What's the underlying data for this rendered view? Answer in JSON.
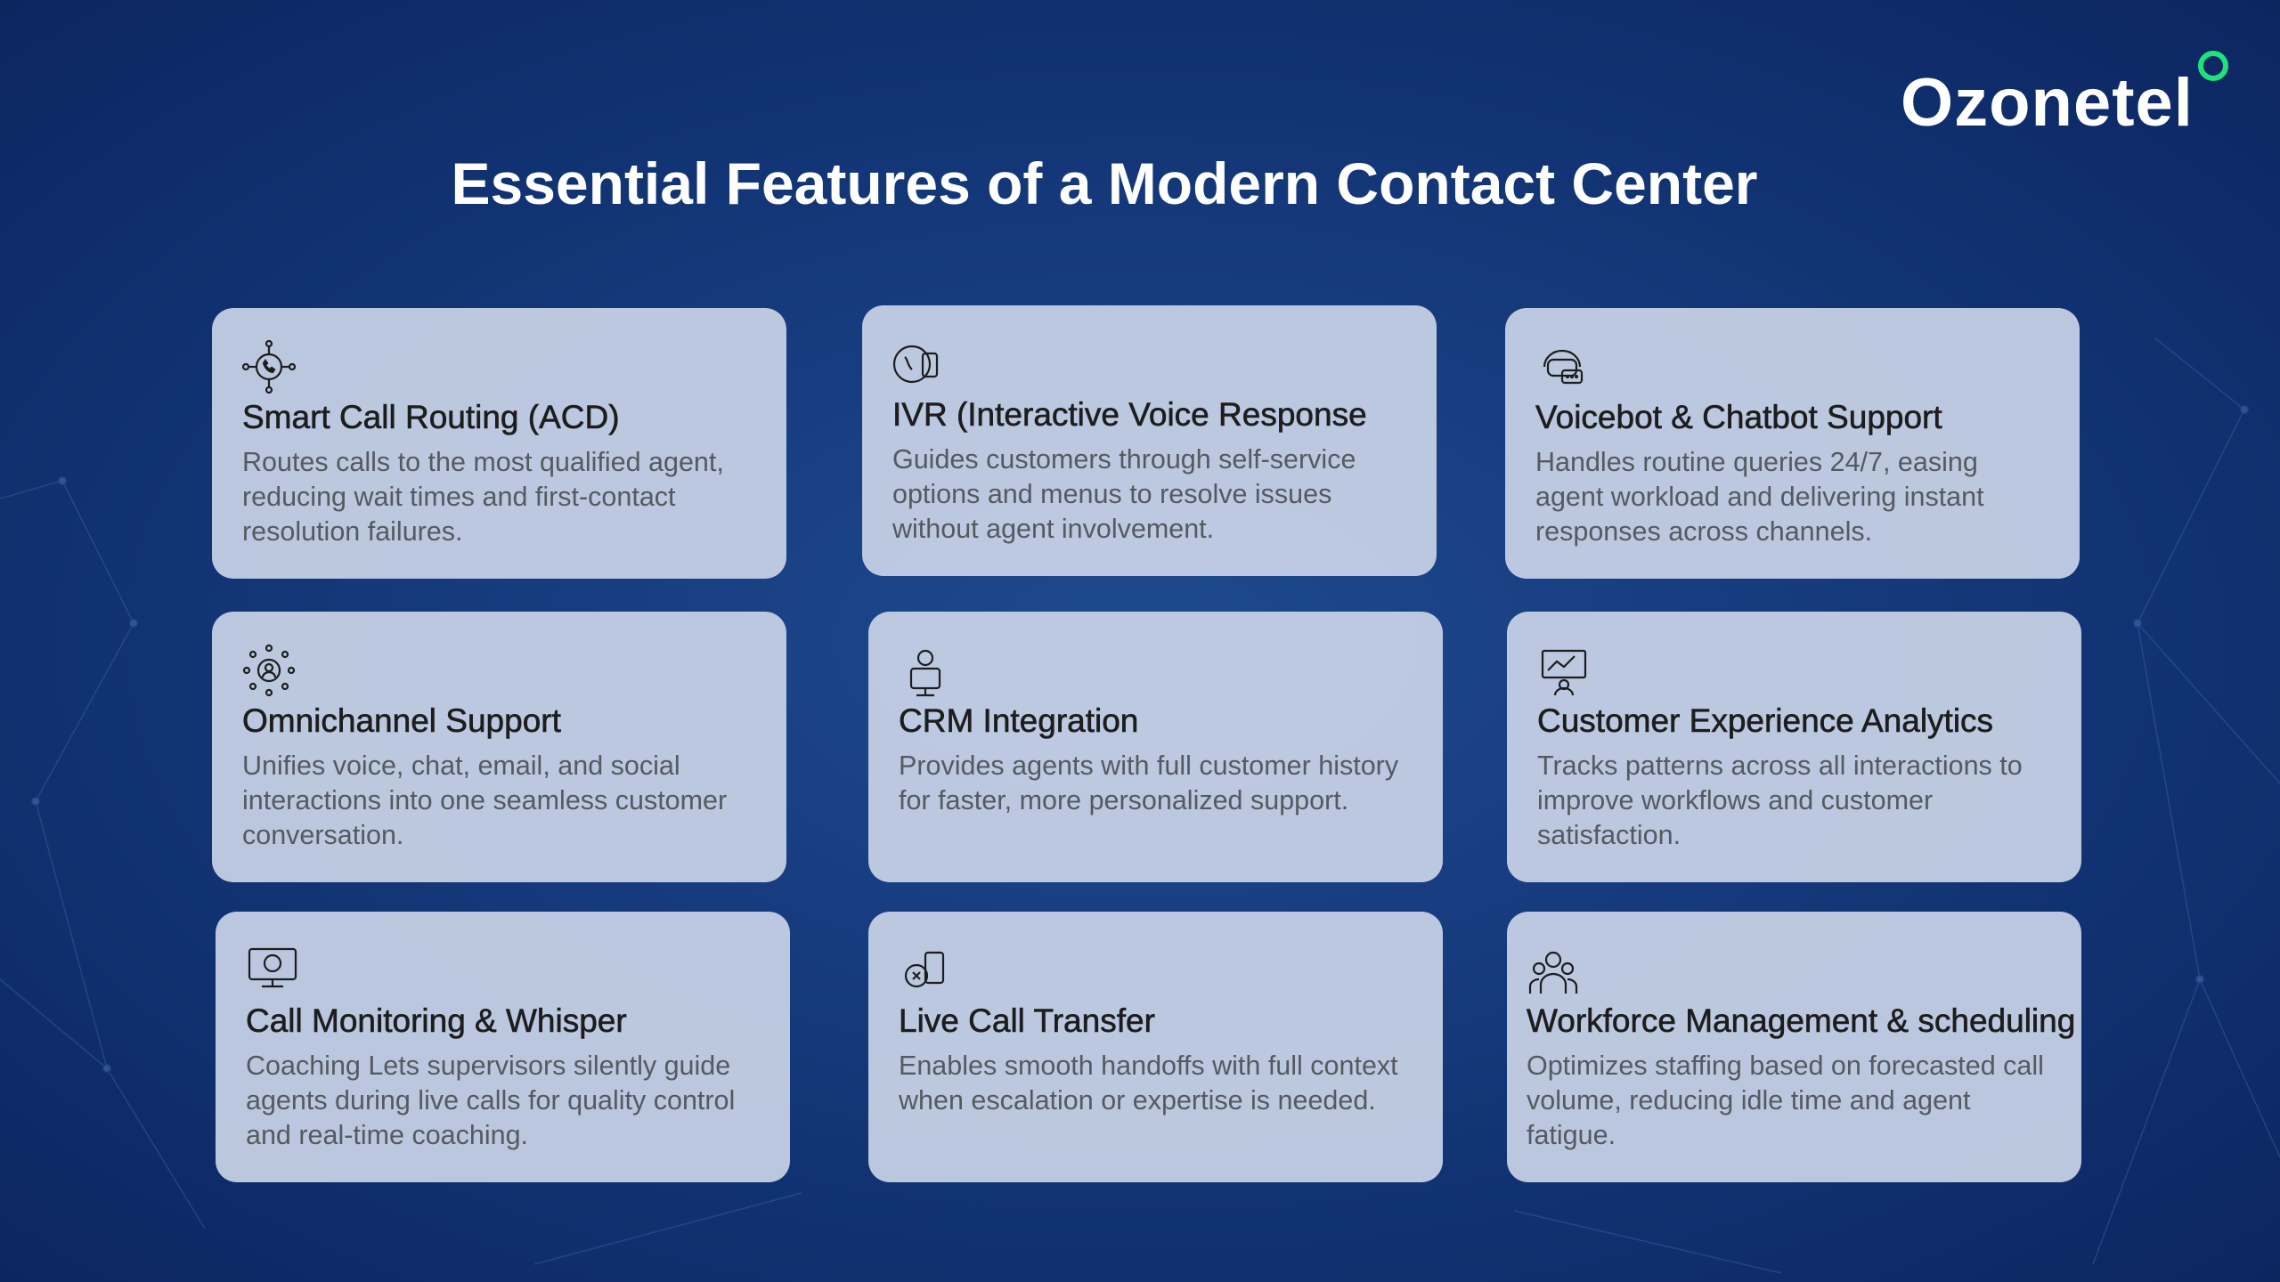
{
  "logo": {
    "text": "Ozonetel",
    "accent_color": "#1ee27a"
  },
  "title": "Essential Features of a Modern Contact Center",
  "cards": [
    {
      "icon": "call-routing-icon",
      "title": "Smart Call Routing (ACD)",
      "body": "Routes calls to the most qualified agent, reducing wait times and first-contact resolution failures."
    },
    {
      "icon": "ivr-phone-icon",
      "title": "IVR (Interactive Voice Response",
      "body": "Guides customers through self-service options and menus to resolve issues without agent involvement."
    },
    {
      "icon": "chatbot-icon",
      "title": "Voicebot & Chatbot Support",
      "body": "Handles routine queries 24/7, easing agent workload and delivering instant responses across channels."
    },
    {
      "icon": "omnichannel-icon",
      "title": "Omnichannel Support",
      "body": "Unifies voice, chat, email, and social interactions into one seamless customer conversation."
    },
    {
      "icon": "crm-icon",
      "title": "CRM Integration",
      "body": "Provides agents with full customer history for faster, more personalized support."
    },
    {
      "icon": "analytics-icon",
      "title": "Customer Experience Analytics",
      "body": "Tracks patterns across all interactions to improve workflows and customer satisfaction."
    },
    {
      "icon": "monitor-call-icon",
      "title": "Call Monitoring & Whisper",
      "body": "Coaching Lets supervisors silently guide agents during live calls for quality control and real-time coaching."
    },
    {
      "icon": "call-transfer-icon",
      "title": "Live Call Transfer",
      "body": "Enables smooth handoffs with full context when escalation or expertise is needed."
    },
    {
      "icon": "workforce-icon",
      "title": "Workforce Management & scheduling",
      "body": "Optimizes staffing based on forecasted call volume, reducing idle time and agent fatigue."
    }
  ]
}
